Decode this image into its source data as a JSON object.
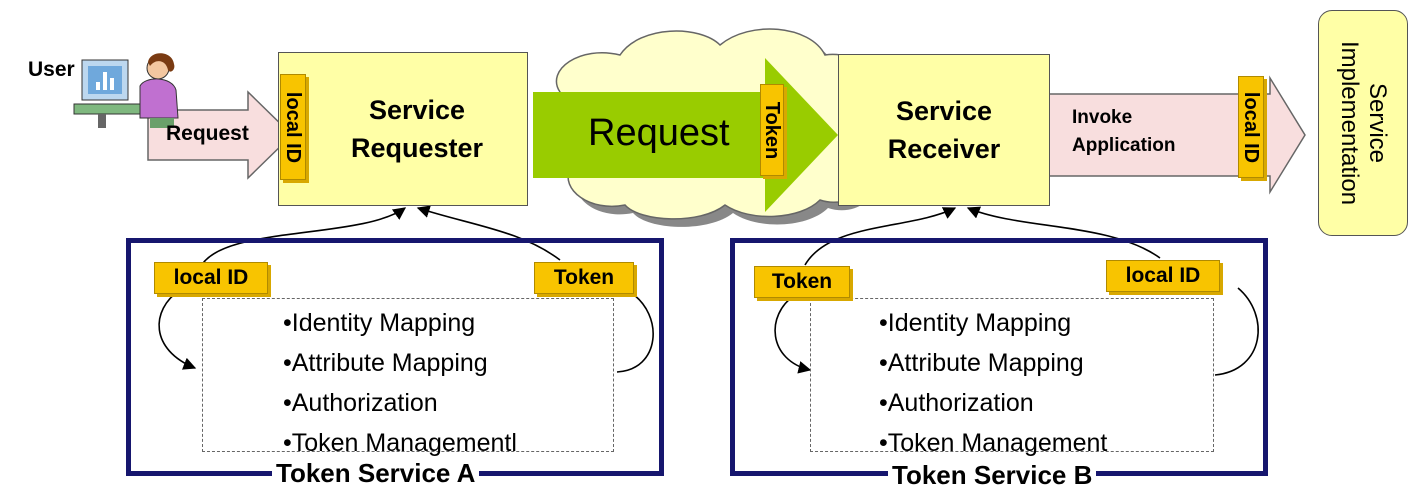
{
  "user_label": "User",
  "request_arrow_label": "Request",
  "service_requester": {
    "line1": "Service",
    "line2": "Requester"
  },
  "service_receiver": {
    "line1": "Service",
    "line2": "Receiver"
  },
  "cloud_request_label": "Request",
  "tabs": {
    "requester_local_id": "local ID",
    "cloud_token": "Token",
    "impl_local_id": "local ID"
  },
  "invoke": {
    "line1": "Invoke",
    "line2": "Application"
  },
  "service_implementation": {
    "line1": "Service",
    "line2": "Implementation"
  },
  "token_service_a": {
    "title": "Token Service A",
    "left_tab": "local ID",
    "right_tab": "Token",
    "items": [
      "•Identity Mapping",
      "•Attribute Mapping",
      "•Authorization",
      "•Token Managementl"
    ]
  },
  "token_service_b": {
    "title": "Token Service B",
    "left_tab": "Token",
    "right_tab": "local ID",
    "items": [
      "•Identity Mapping",
      "•Attribute Mapping",
      "•Authorization",
      "•Token Management"
    ]
  },
  "colors": {
    "box_fill": "#ffffa6",
    "tab_fill": "#f8c400",
    "cloud_fill": "#ffffcc",
    "green_arrow": "#99cc00",
    "pink_arrow": "#f8dede",
    "frame": "#16166e"
  }
}
